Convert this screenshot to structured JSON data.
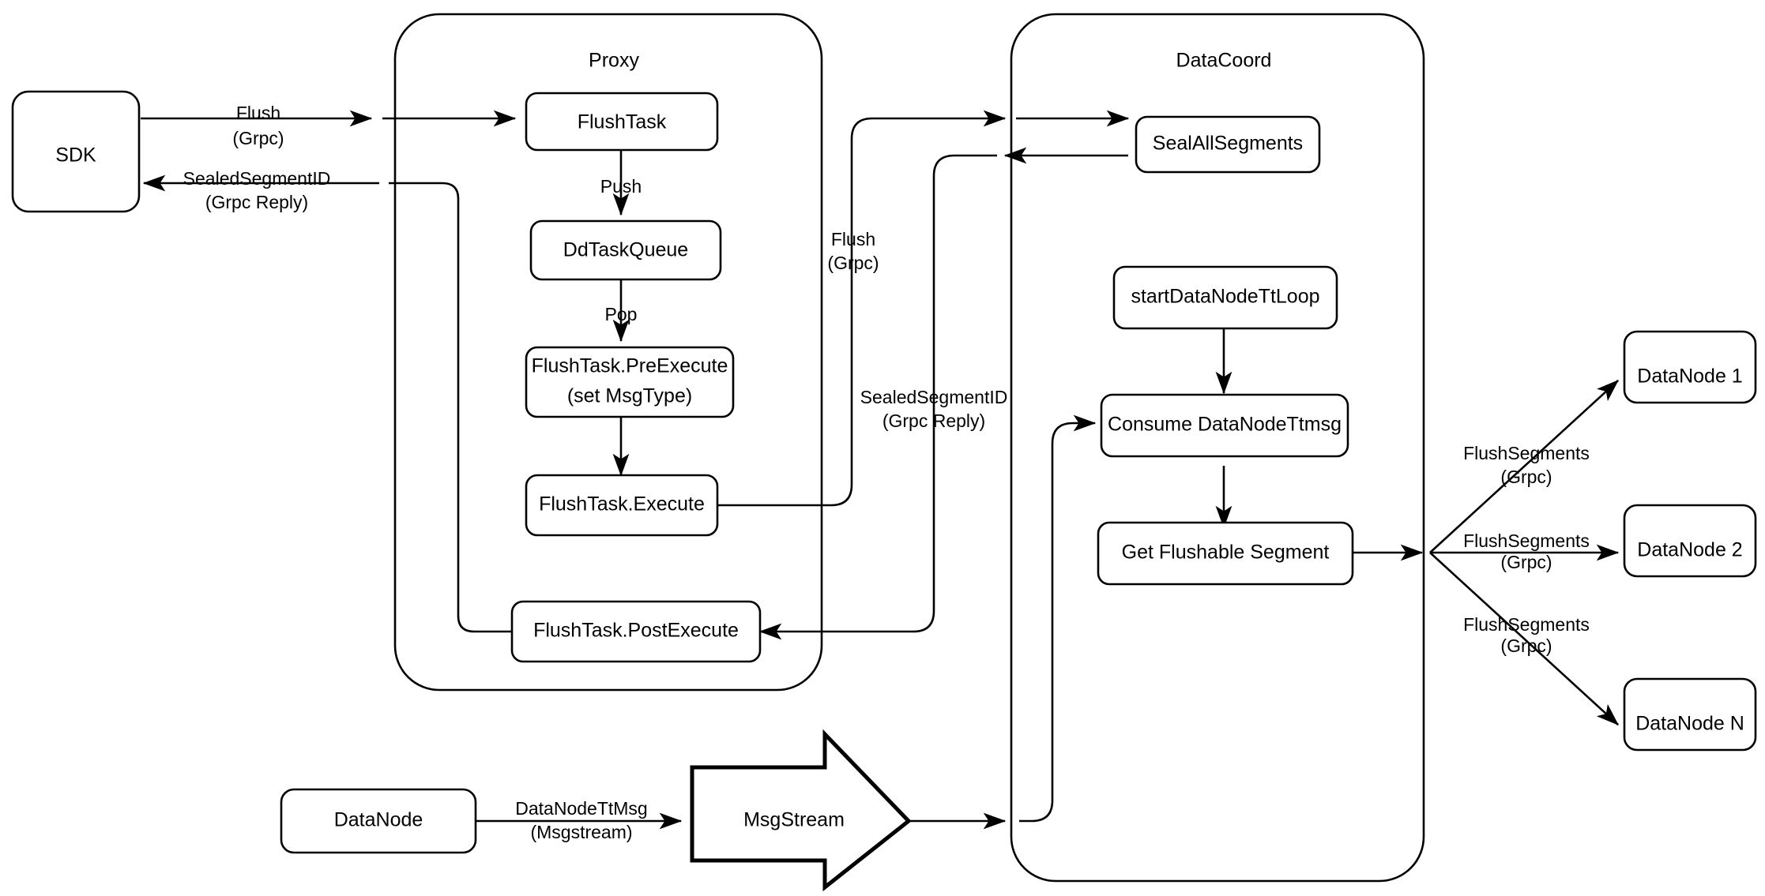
{
  "diagram": {
    "title": "Milvus Flush Sequence Architecture",
    "background_color": "#ffffff",
    "stroke_color": "#000000"
  },
  "containers": [
    {
      "id": "proxy",
      "label": "Proxy"
    },
    {
      "id": "datacoord",
      "label": "DataCoord"
    }
  ],
  "nodes": {
    "sdk": {
      "label": "SDK"
    },
    "flush_task": {
      "label": "FlushTask"
    },
    "dd_task_queue": {
      "label": "DdTaskQueue"
    },
    "pre_execute_line1": {
      "label": "FlushTask.PreExecute"
    },
    "pre_execute_line2": {
      "label": "(set MsgType)"
    },
    "execute": {
      "label": "FlushTask.Execute"
    },
    "post_execute": {
      "label": "FlushTask.PostExecute"
    },
    "seal_all_segments": {
      "label": "SealAllSegments"
    },
    "start_datanode_tt_loop": {
      "label": "startDataNodeTtLoop"
    },
    "consume_datanode_ttmsg": {
      "label": "Consume DataNodeTtmsg"
    },
    "get_flushable_segment": {
      "label": "Get Flushable Segment"
    },
    "datanode_1": {
      "label": "DataNode 1"
    },
    "datanode_2": {
      "label": "DataNode 2"
    },
    "datanode_n": {
      "label": "DataNode N"
    },
    "datanode_src": {
      "label": "DataNode"
    },
    "msgstream": {
      "label": "MsgStream"
    }
  },
  "edge_labels": {
    "sdk_to_proxy_l1": "Flush",
    "sdk_to_proxy_l2": "(Grpc)",
    "proxy_to_sdk_l1": "SealedSegmentID",
    "proxy_to_sdk_l2": "(Grpc Reply)",
    "push": "Push",
    "pop": "Pop",
    "proxy_to_coord_l1": "Flush",
    "proxy_to_coord_l2": "(Grpc)",
    "coord_to_proxy_l1": "SealedSegmentID",
    "coord_to_proxy_l2": "(Grpc Reply)",
    "datanode_ttmsg_l1": "DataNodeTtMsg",
    "datanode_ttmsg_l2": "(Msgstream)",
    "flush_segments_1_l1": "FlushSegments",
    "flush_segments_1_l2": "(Grpc)",
    "flush_segments_2_l1": "FlushSegments",
    "flush_segments_2_l2": "(Grpc)",
    "flush_segments_n_l1": "FlushSegments",
    "flush_segments_n_l2": "(Grpc)"
  }
}
